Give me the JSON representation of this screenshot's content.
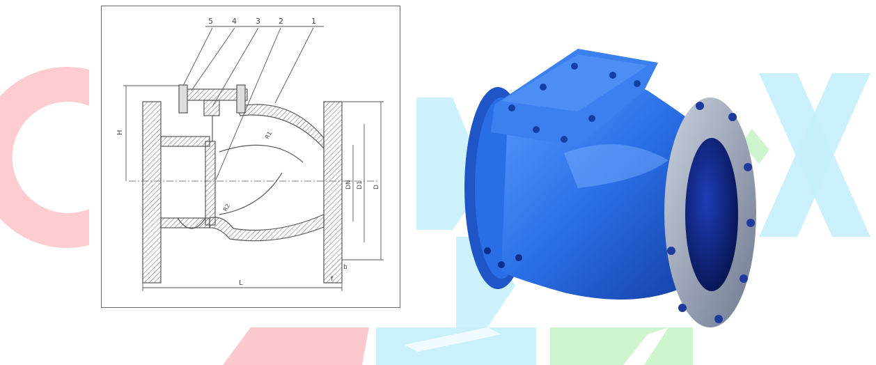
{
  "drawing": {
    "callouts": [
      "5",
      "4",
      "3",
      "2",
      "1"
    ],
    "dimension_labels": {
      "overall_length": "L",
      "face_to_center": "H",
      "dn": "DN",
      "d1": "D1",
      "d": "D",
      "flange_t": "f",
      "flange_b": "b"
    },
    "curve_label_top": "R1",
    "curve_label_bottom": "R2"
  },
  "colors": {
    "watermark_red": "#fbc3c8",
    "watermark_cyan": "#c4f0fb",
    "watermark_green": "#c9f3c9",
    "valve_blue": "#2a6ee6",
    "valve_dark": "#0f2e8a",
    "flange_gray": "#9aa4b6",
    "line": "#555555"
  },
  "icons": {
    "watermark": "brand-watermark",
    "photo": "check-valve-photo"
  }
}
